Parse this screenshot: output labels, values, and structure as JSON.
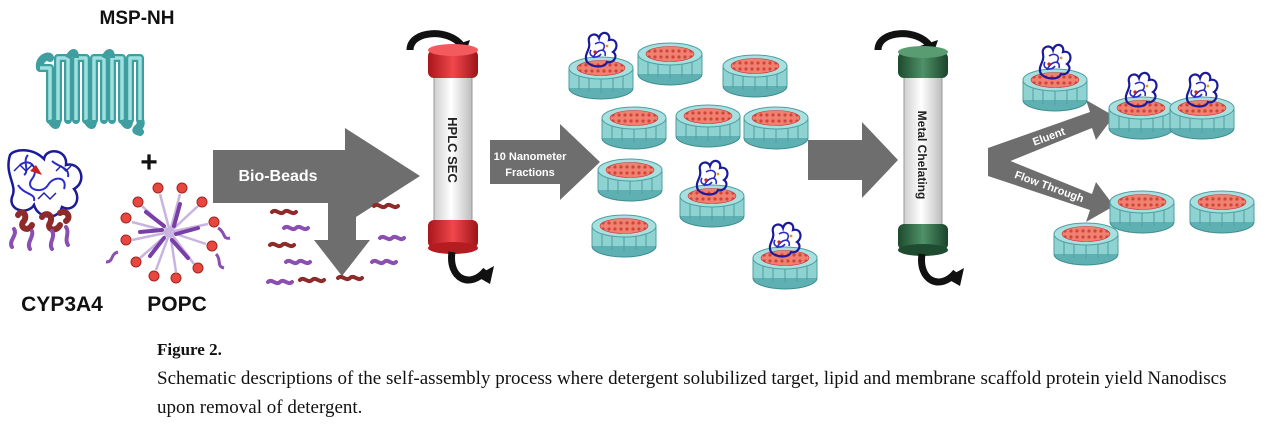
{
  "figure": {
    "labels": {
      "msp": "MSP-NH",
      "cyp": "CYP3A4",
      "popc": "POPC",
      "plus": "+",
      "biobeads": "Bio-Beads",
      "hplc": "HPLC SEC",
      "fractions_line1": "10 Nanometer",
      "fractions_line2": "Fractions",
      "metal": "Metal Chelating",
      "eluent": "Eluent",
      "flowthrough": "Flow Through"
    },
    "colors": {
      "arrow_gray": "#6e6e6e",
      "scaffold_teal": "#7fc8c8",
      "protein_blue": "#1a1a9a",
      "lipid_red": "#e26a5a",
      "lipid_purple": "#8a4fb0",
      "hplc_cap_red": "#d8232a",
      "metal_cap_green": "#2f6b45"
    }
  },
  "caption": {
    "title": "Figure 2.",
    "text": "Schematic descriptions of the self-assembly process where detergent solubilized target, lipid and membrane scaffold protein yield Nanodiscs upon removal of detergent."
  }
}
